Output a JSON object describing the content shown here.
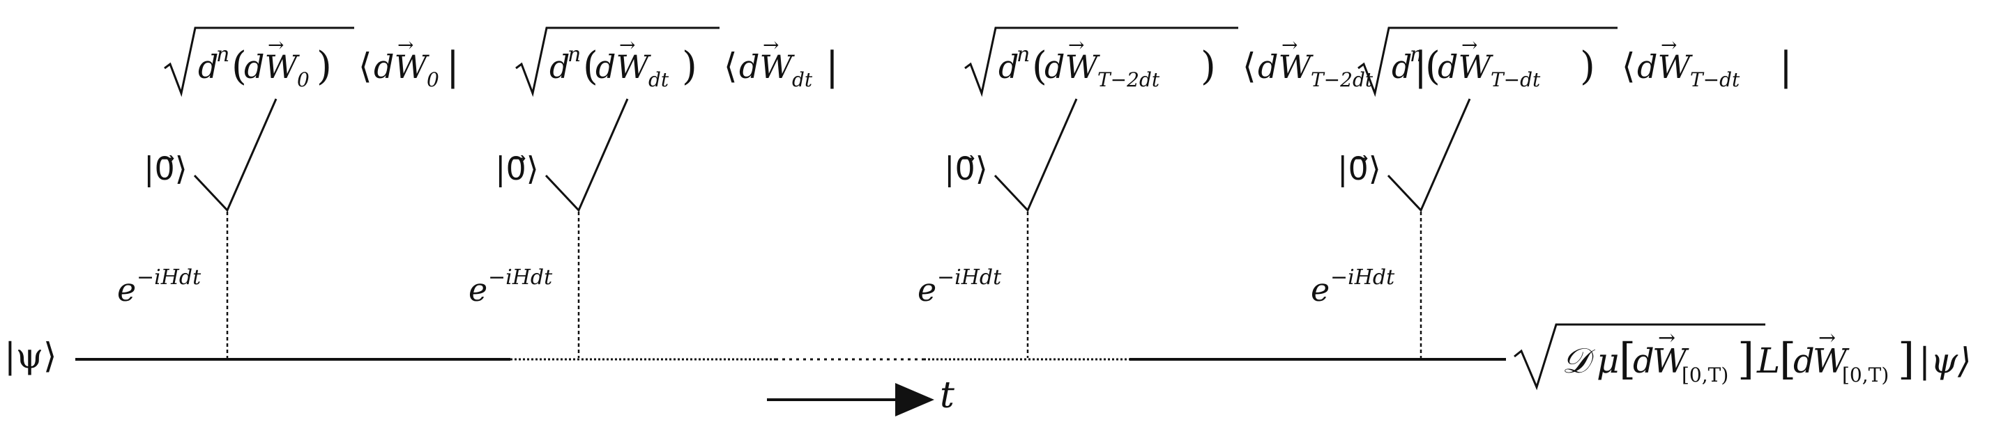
{
  "input_state": "|ψ⟩",
  "output_state": {
    "text": "𝒟μ[dW⃗₍₀,T₎] L[dW⃗₍₀,T₎] |ψ⟩",
    "D": "𝒟",
    "mu": "μ",
    "L": "L",
    "ket": "|ψ⟩",
    "sub": "[0,T)"
  },
  "time_label": "t",
  "nodes": [
    {
      "ancilla": "|0⃗⟩",
      "evolution": "e",
      "evolution_exp": "−iHdt",
      "sub": "0",
      "projector": "⟨dW⃗₀|"
    },
    {
      "ancilla": "|0⃗⟩",
      "evolution": "e",
      "evolution_exp": "−iHdt",
      "sub": "dt",
      "projector": "⟨dW⃗_dt|"
    },
    {
      "ancilla": "|0⃗⟩",
      "evolution": "e",
      "evolution_exp": "−iHdt",
      "sub": "T−2dt",
      "projector": "⟨dW⃗_{T−2dt}|"
    },
    {
      "ancilla": "|0⃗⟩",
      "evolution": "e",
      "evolution_exp": "−iHdt",
      "sub": "T−dt",
      "projector": "⟨dW⃗_{T−dt}|"
    }
  ],
  "symbols": {
    "d": "d",
    "n": "n",
    "W": "W",
    "arrow": "→",
    "ket0": "|0⃗⟩"
  }
}
